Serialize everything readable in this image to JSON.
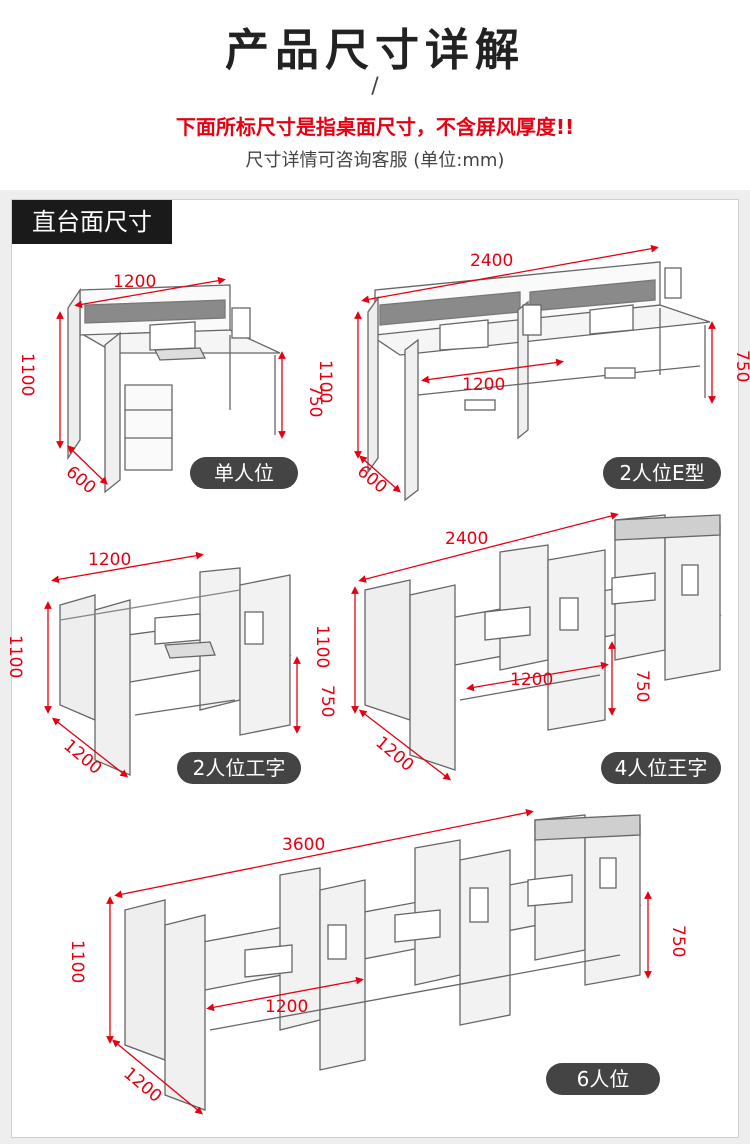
{
  "header": {
    "title": "产品尺寸详解",
    "slash": "/",
    "notice": "下面所标尺寸是指桌面尺寸，不含屏风厚度!!",
    "subtitle": "尺寸详情可咨询客服 (单位:mm)"
  },
  "section": {
    "tag": "直台面尺寸"
  },
  "products": [
    {
      "label": "单人位",
      "width": "1200",
      "height": "1100",
      "desk": "750",
      "depth": "600"
    },
    {
      "label": "2人位E型",
      "width": "2400",
      "unit": "1200",
      "height": "1100",
      "desk": "750",
      "depth": "600"
    },
    {
      "label": "2人位工字",
      "width": "1200",
      "height": "1100",
      "desk": "750",
      "depth": "1200"
    },
    {
      "label": "4人位王字",
      "width": "2400",
      "unit": "1200",
      "height": "1100",
      "desk": "750",
      "depth": "1200"
    },
    {
      "label": "6人位",
      "width": "3600",
      "unit": "1200",
      "height": "1100",
      "desk": "750",
      "depth": "1200"
    }
  ],
  "colors": {
    "accent": "#e60012",
    "pill": "#444444",
    "tag": "#1a1a1a"
  }
}
